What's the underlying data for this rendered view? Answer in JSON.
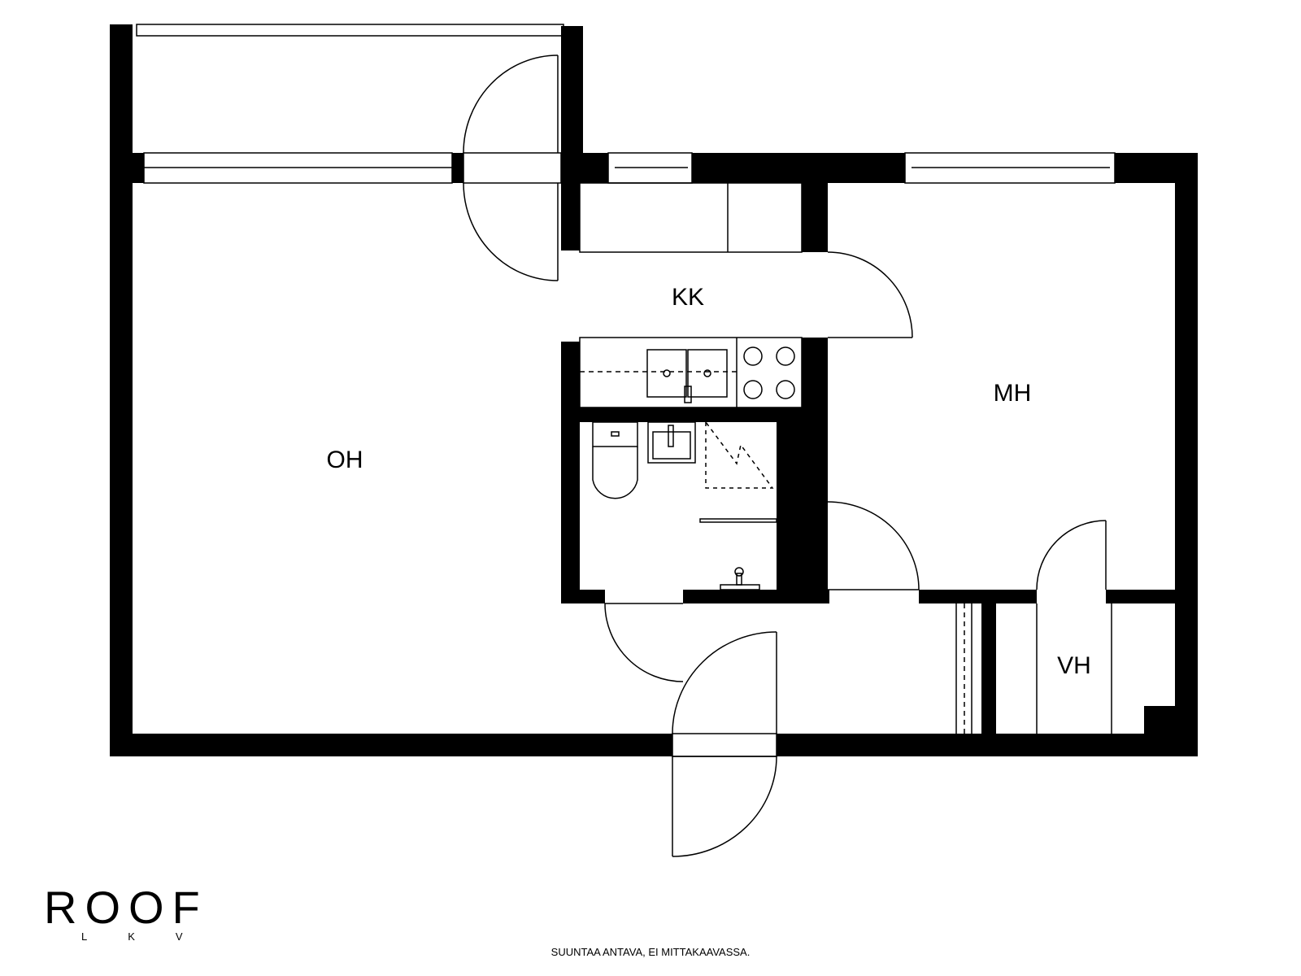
{
  "rooms": {
    "oh": "OH",
    "kk": "KK",
    "mh": "MH",
    "vh": "VH"
  },
  "logo": {
    "main": "ROOF",
    "sub": "LKV"
  },
  "disclaimer": "SUUNTAA ANTAVA, EI MITTAKAAVASSA.",
  "colors": {
    "wall": "#000000",
    "background": "#ffffff"
  }
}
